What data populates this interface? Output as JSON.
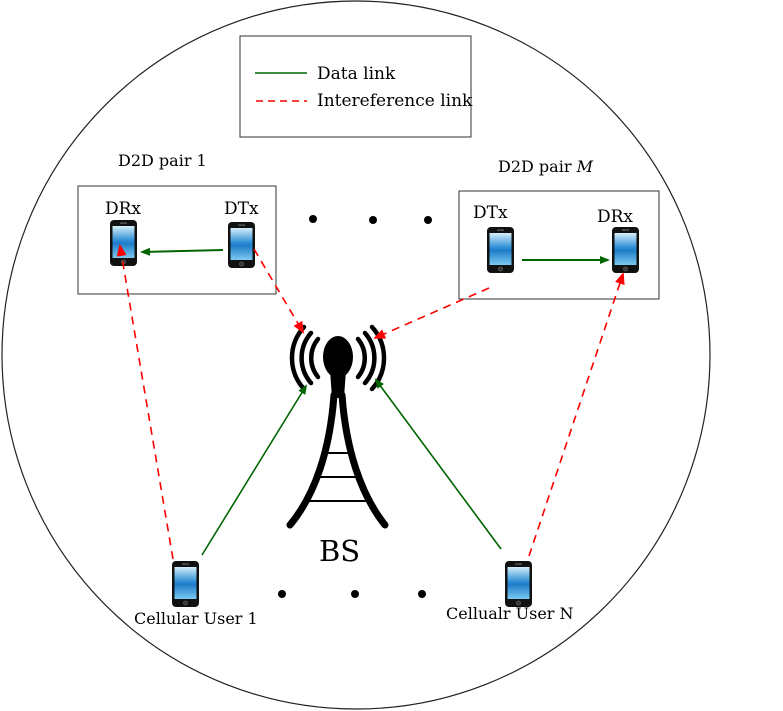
{
  "legend": {
    "data_link_label": "Data link",
    "interference_link_label": "Intereference link"
  },
  "colors": {
    "data_link": "#006400",
    "interference_link": "#ff0000",
    "outline": "#000000",
    "screen_top": "#c8e8f8",
    "screen_mid": "#2a8ad4",
    "screen_bottom": "#6ec4f0"
  },
  "d2d_pair_1": {
    "title": "D2D pair 1",
    "rx_label": "DRx",
    "tx_label": "DTx"
  },
  "d2d_pair_m": {
    "title_prefix": "D2D pair ",
    "title_var": "M",
    "tx_label": "DTx",
    "rx_label": "DRx"
  },
  "base_station": {
    "label": "BS"
  },
  "cellular_users": [
    {
      "label": "Cellular User 1"
    },
    {
      "label": "Cellualr User N"
    }
  ],
  "ellipsis_dots": "..."
}
